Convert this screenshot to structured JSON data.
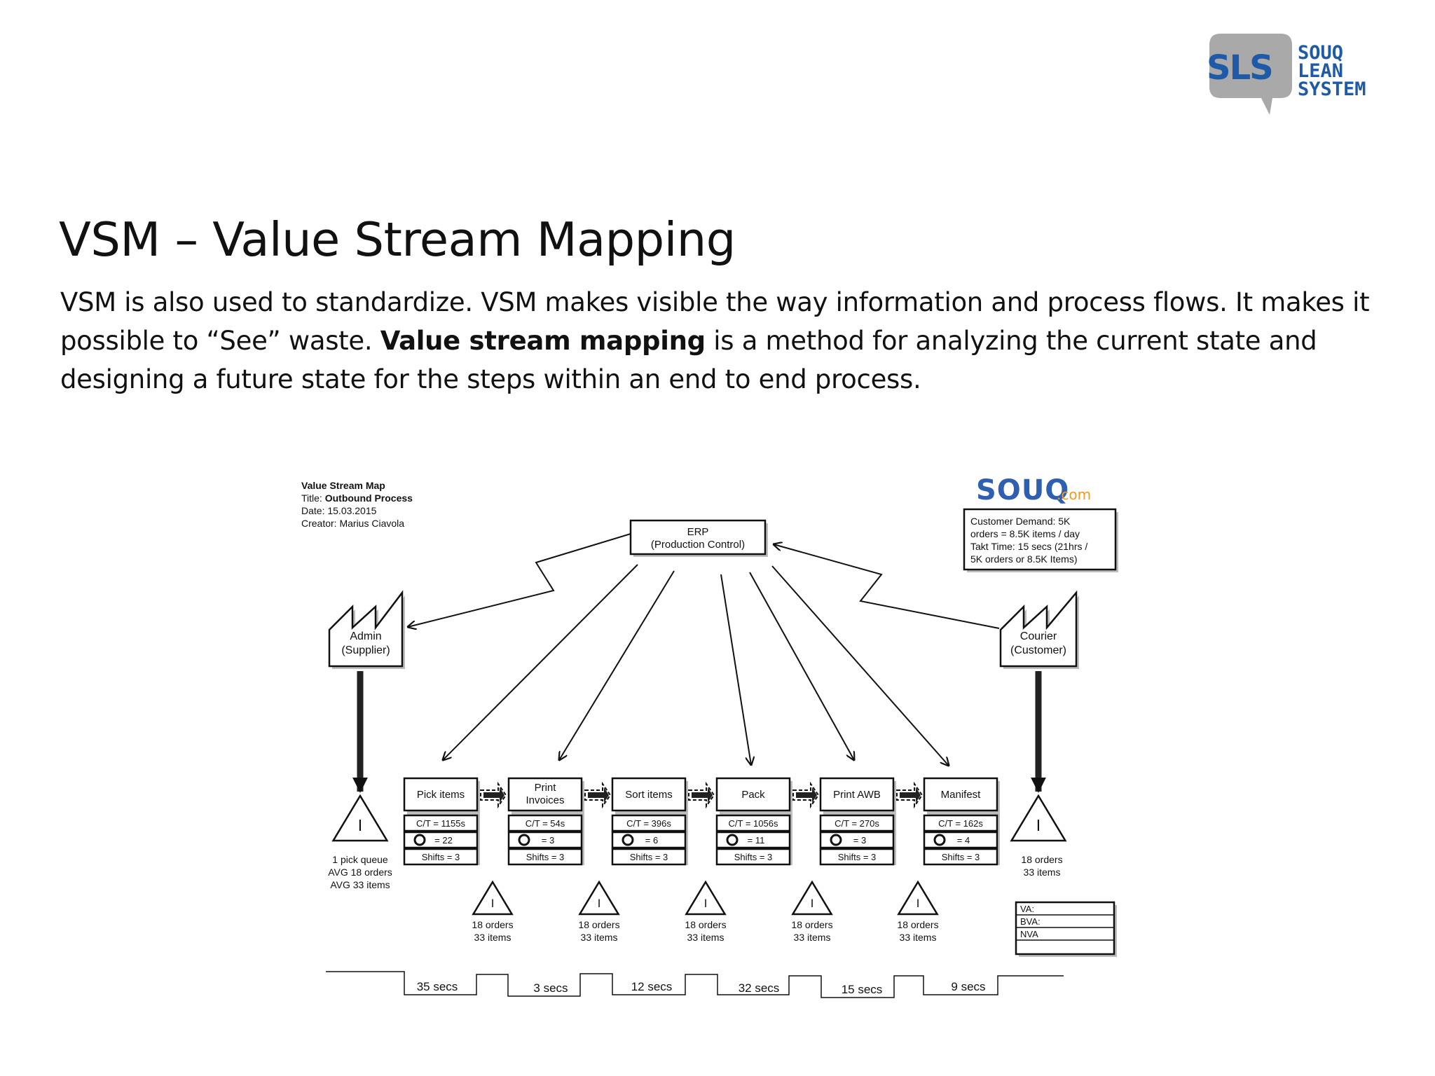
{
  "logo": {
    "mark": "SLS",
    "line1": "SOUQ",
    "line2": "LEAN",
    "line3": "SYSTEM",
    "colors": {
      "grey": "#a9a9a9",
      "blue": "#1e5aa8"
    }
  },
  "title": "VSM – Value Stream Mapping",
  "intro": {
    "part1": "VSM is also used to standardize. VSM makes visible the way information and process flows. It makes it possible to “See” waste. ",
    "bold": "Value stream mapping",
    "part2": " is a method for analyzing the current state and designing a future state for the steps within an end to end process."
  },
  "map": {
    "header": {
      "label": "Value Stream Map",
      "title_key": "Title: ",
      "title_value": "Outbound Process",
      "date": "Date: 15.03.2015",
      "creator": "Creator: Marius Ciavola"
    },
    "souq_logo": {
      "main": "SOUQ",
      "suffix": ".com",
      "colors": {
        "blue": "#2f5fb0",
        "orange": "#f39a1e"
      }
    },
    "demand_lines": [
      "Customer Demand: 5K",
      "orders = 8.5K items /  day",
      "Takt Time: 15 secs (21hrs /",
      "5K orders or 8.5K Items)"
    ],
    "erp": {
      "line1": "ERP",
      "line2": "(Production Control)"
    },
    "supplier": {
      "line1": "Admin",
      "line2": "(Supplier)"
    },
    "customer": {
      "line1": "Courier",
      "line2": "(Customer)"
    },
    "processes": [
      {
        "name": [
          "Pick items"
        ],
        "ct": "C/T = 1155s",
        "ops": "= 22",
        "shifts": "Shifts = 3"
      },
      {
        "name": [
          "Print",
          "Invoices"
        ],
        "ct": "C/T = 54s",
        "ops": "= 3",
        "shifts": "Shifts = 3"
      },
      {
        "name": [
          "Sort items"
        ],
        "ct": "C/T = 396s",
        "ops": "= 6",
        "shifts": "Shifts = 3"
      },
      {
        "name": [
          "Pack"
        ],
        "ct": "C/T = 1056s",
        "ops": "= 11",
        "shifts": "Shifts = 3"
      },
      {
        "name": [
          "Print AWB"
        ],
        "ct": "C/T = 270s",
        "ops": "= 3",
        "shifts": "Shifts = 3"
      },
      {
        "name": [
          "Manifest"
        ],
        "ct": "C/T = 162s",
        "ops": "= 4",
        "shifts": "Shifts = 3"
      }
    ],
    "inventory_symbol": "I",
    "start_inventory": [
      "1 pick queue",
      "AVG 18 orders",
      "AVG 33 items"
    ],
    "end_inventory": [
      "18 orders",
      "33 items"
    ],
    "between_inventory": [
      [
        "18 orders",
        "33 items"
      ],
      [
        "18 orders",
        "33 items"
      ],
      [
        "18 orders",
        "33 items"
      ],
      [
        "18 orders",
        "33 items"
      ],
      [
        "18 orders",
        "33 items"
      ]
    ],
    "timeline": [
      "35 secs",
      "3 secs",
      "12 secs",
      "32 secs",
      "15 secs",
      "9 secs"
    ],
    "value_table": [
      "VA:",
      "BVA:",
      "NVA"
    ]
  }
}
